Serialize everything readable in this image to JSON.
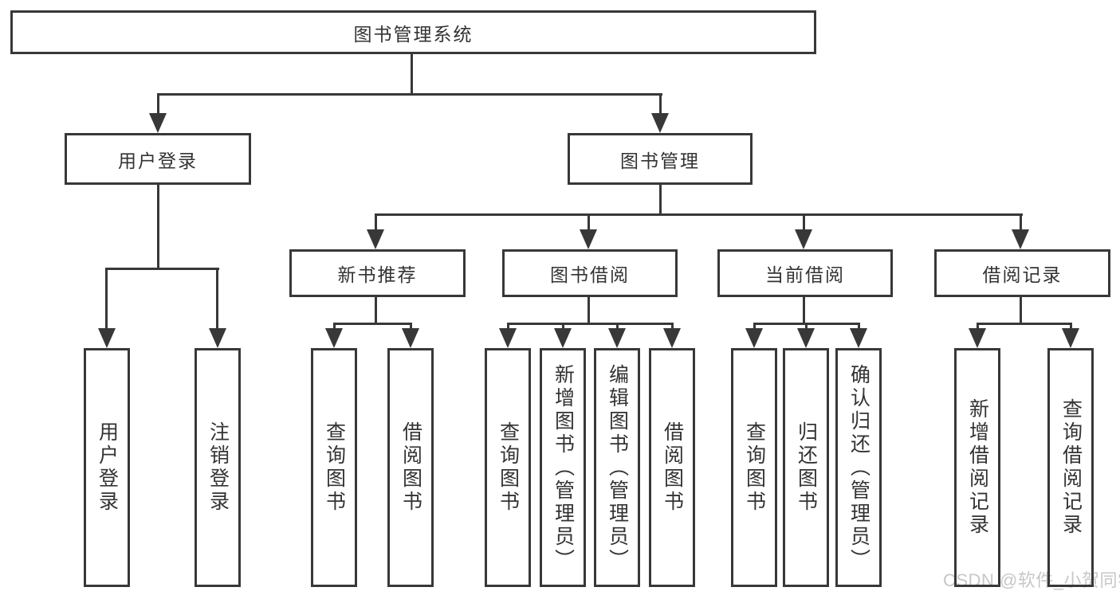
{
  "diagram": {
    "root": {
      "label": "图书管理系统"
    },
    "branches": [
      {
        "label": "用户登录",
        "children": [
          {
            "label": "用户登录"
          },
          {
            "label": "注销登录"
          }
        ]
      },
      {
        "label": "图书管理",
        "sections": [
          {
            "label": "新书推荐",
            "children": [
              {
                "label": "查询图书"
              },
              {
                "label": "借阅图书"
              }
            ]
          },
          {
            "label": "图书借阅",
            "children": [
              {
                "label": "查询图书"
              },
              {
                "label": "新增图书（管理员）"
              },
              {
                "label": "编辑图书（管理员）"
              },
              {
                "label": "借阅图书"
              }
            ]
          },
          {
            "label": "当前借阅",
            "children": [
              {
                "label": "查询图书"
              },
              {
                "label": "归还图书"
              },
              {
                "label": "确认归还（管理员）"
              }
            ]
          },
          {
            "label": "借阅记录",
            "children": [
              {
                "label": "新增借阅记录"
              },
              {
                "label": "查询借阅记录"
              }
            ]
          }
        ]
      }
    ]
  },
  "watermark": {
    "text": "CSDN @软件_小贺同学"
  },
  "colors": {
    "line": "#383838",
    "text": "#333333",
    "watermark": "#c9c6c6",
    "background": "#ffffff"
  }
}
